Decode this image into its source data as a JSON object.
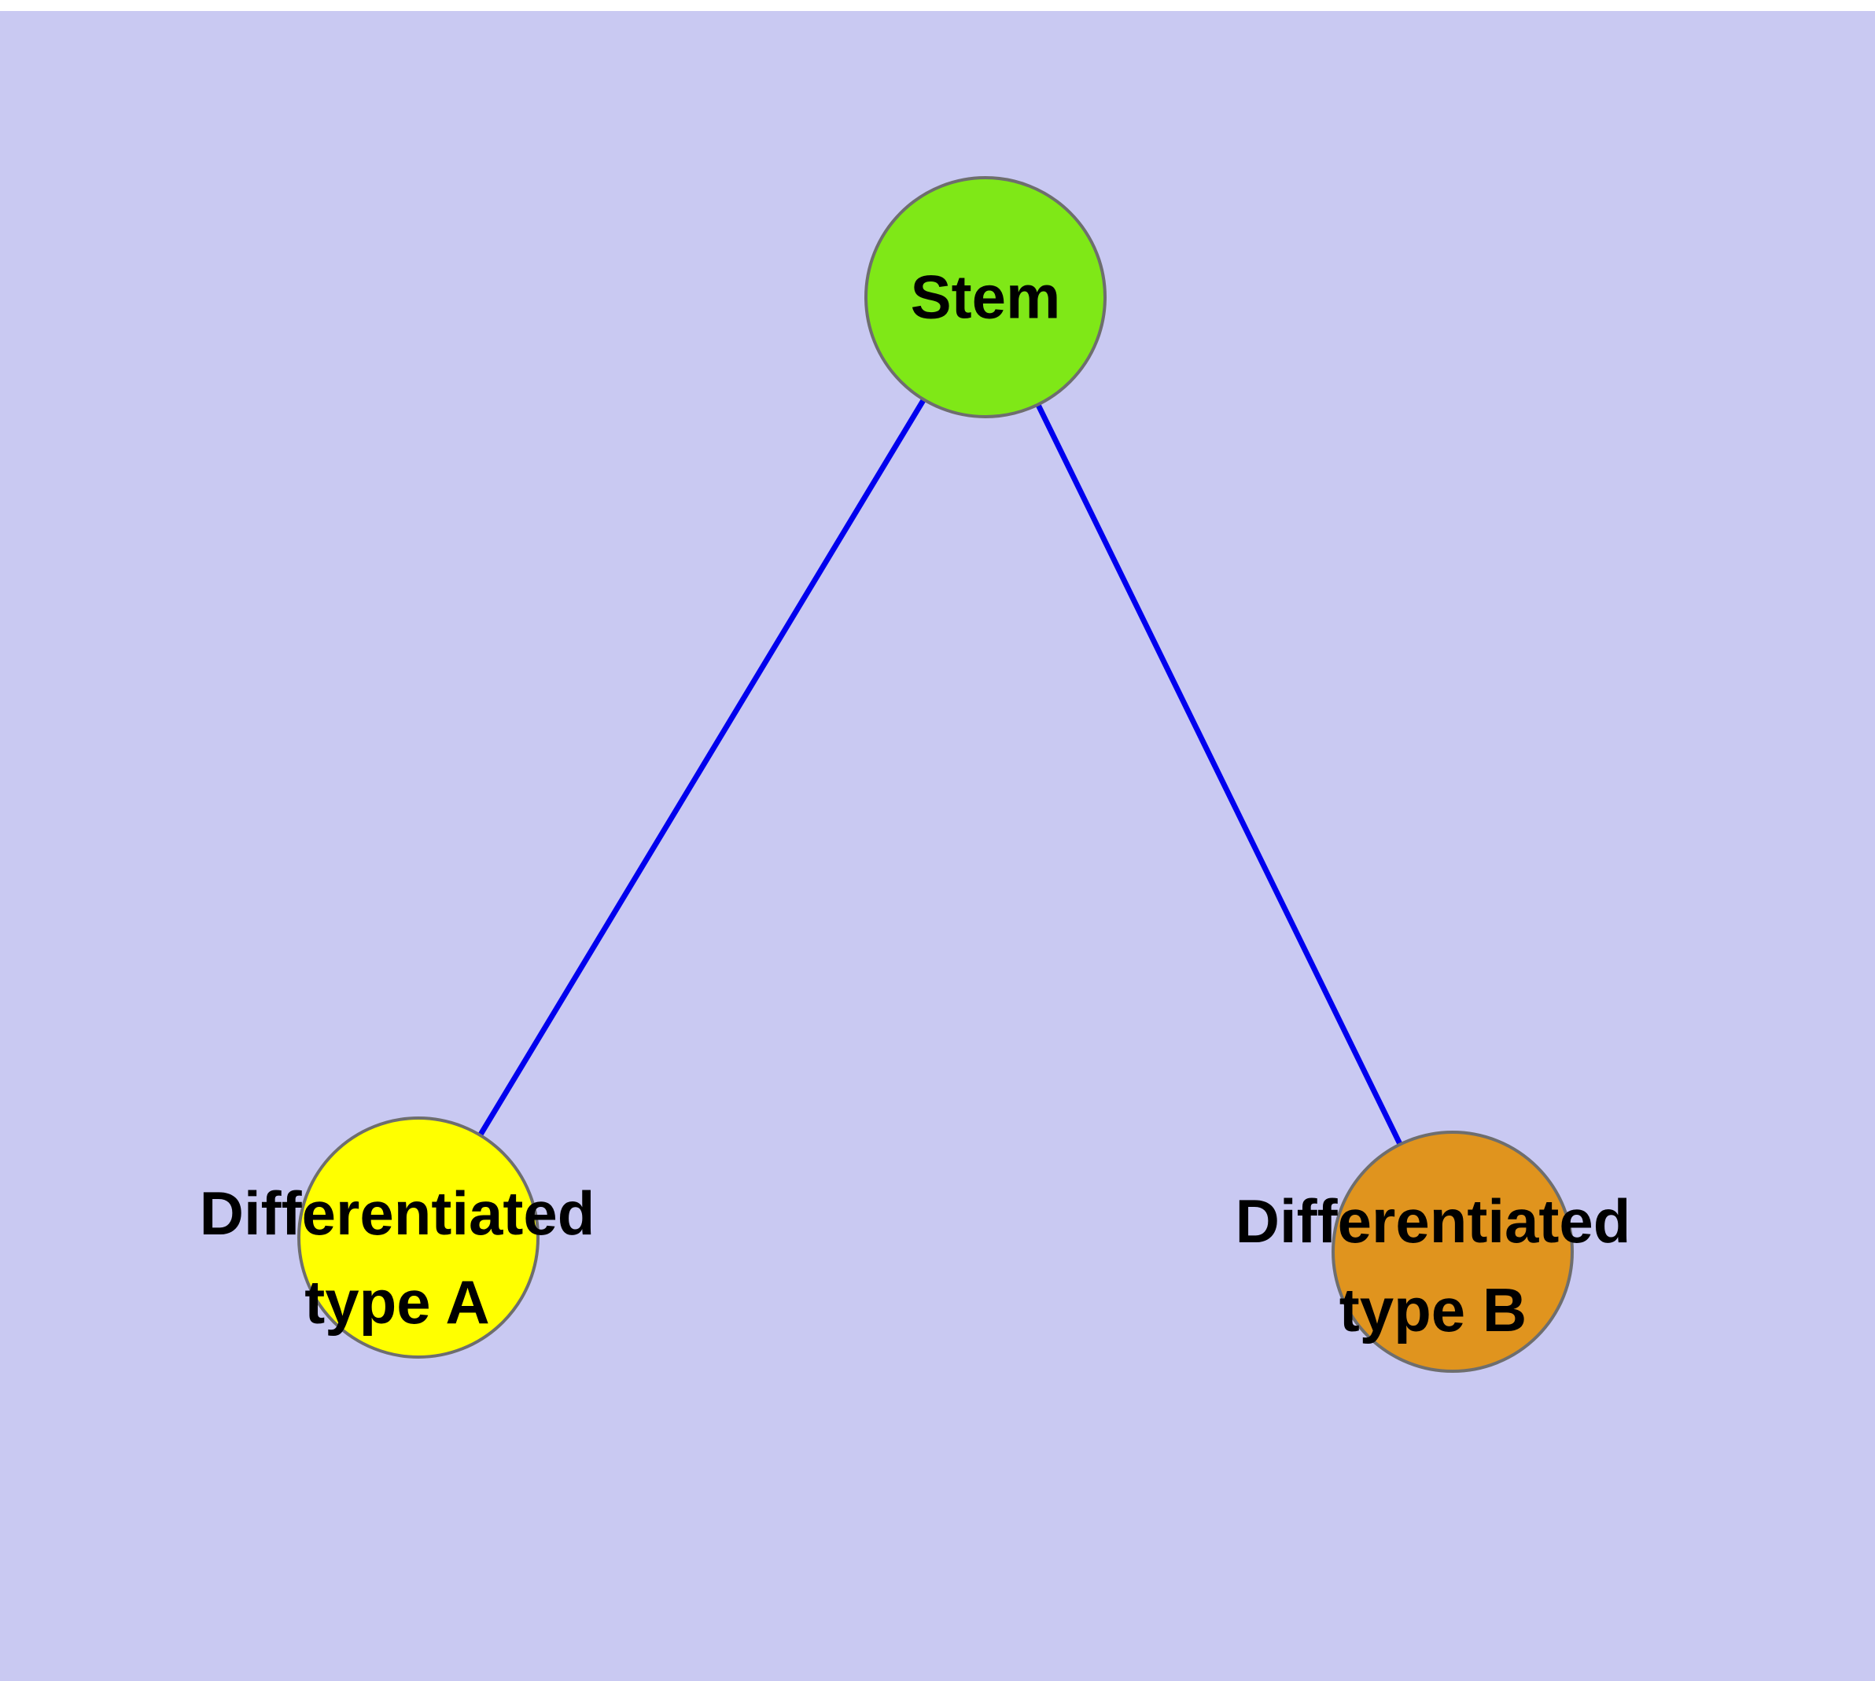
{
  "diagram": {
    "type": "node-link-tree",
    "background_color": "#c9c9f2",
    "top_margin_color": "#ffffff",
    "edge_color": "#0000ee",
    "node_border_color": "#6e6e6e",
    "label_color": "#000000",
    "nodes": [
      {
        "id": "stem",
        "label": "Stem",
        "fill": "#7fe817"
      },
      {
        "id": "differentiated-type-a",
        "label": "Differentiated\ntype A",
        "fill": "#ffff00"
      },
      {
        "id": "differentiated-type-b",
        "label": "Differentiated\ntype B",
        "fill": "#e0941e"
      }
    ],
    "edges": [
      {
        "from": "stem",
        "to": "differentiated-type-a"
      },
      {
        "from": "stem",
        "to": "differentiated-type-b"
      }
    ]
  }
}
